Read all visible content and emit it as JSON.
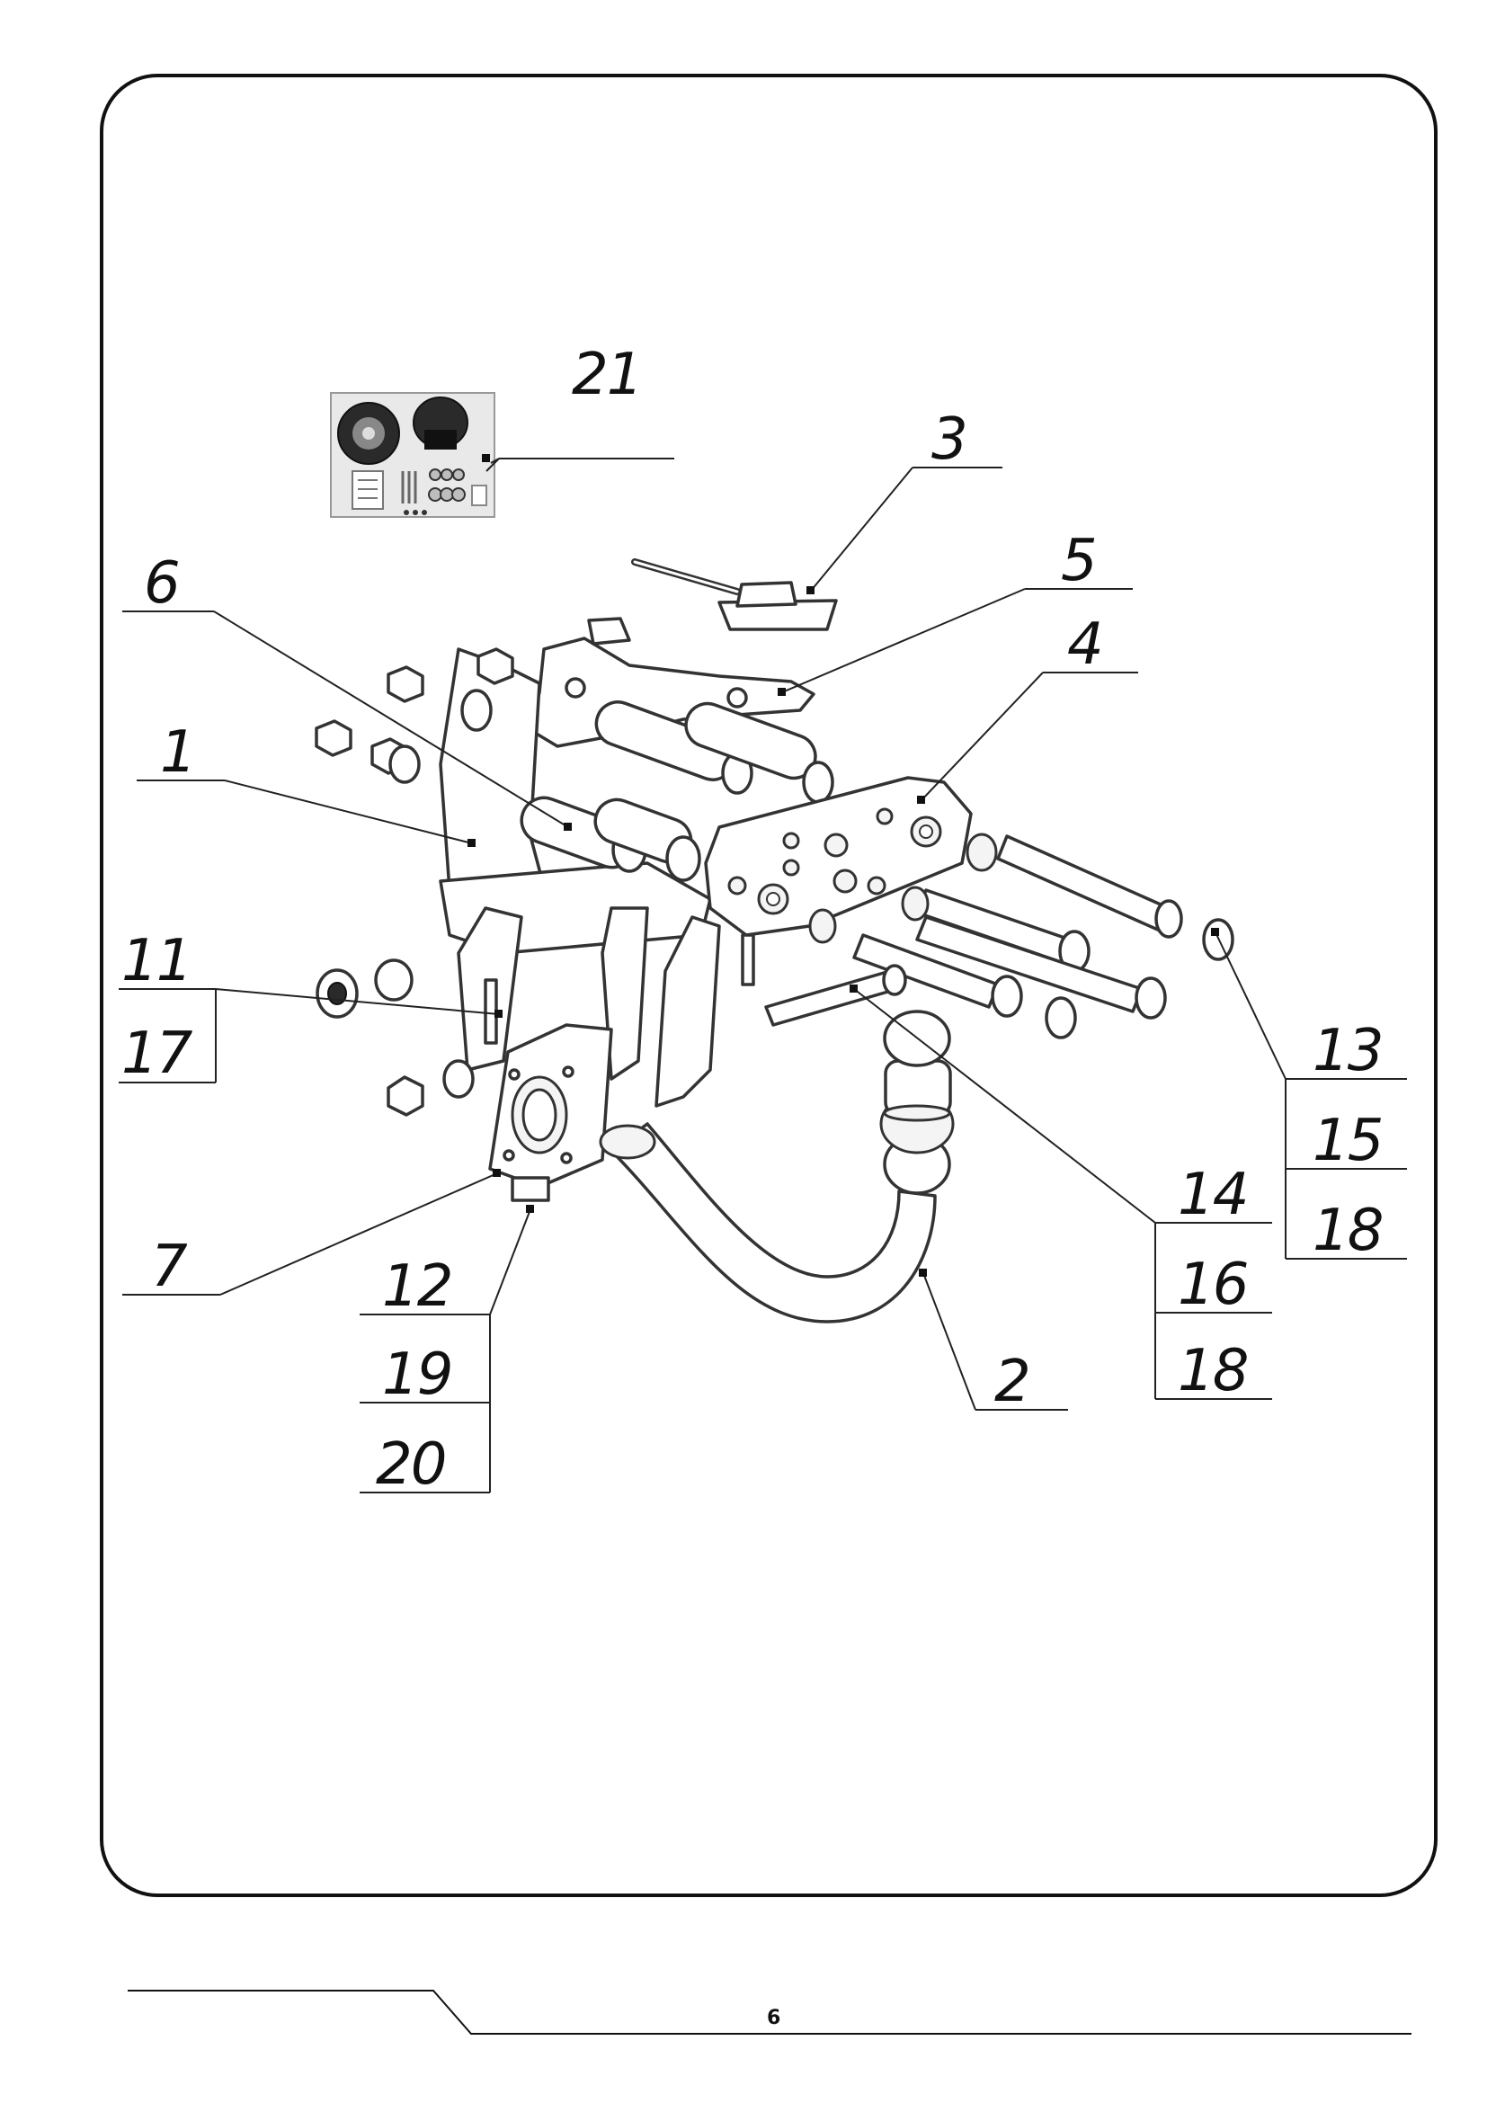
{
  "diagram": {
    "callouts": [
      "21",
      "3",
      "5",
      "4",
      "6",
      "1",
      "11",
      "17",
      "13",
      "15",
      "18",
      "14",
      "16",
      "18",
      "7",
      "12",
      "19",
      "20",
      "2"
    ]
  },
  "footer": {
    "page_number": "6"
  },
  "colors": {
    "line": "#111111",
    "background": "#ffffff"
  }
}
